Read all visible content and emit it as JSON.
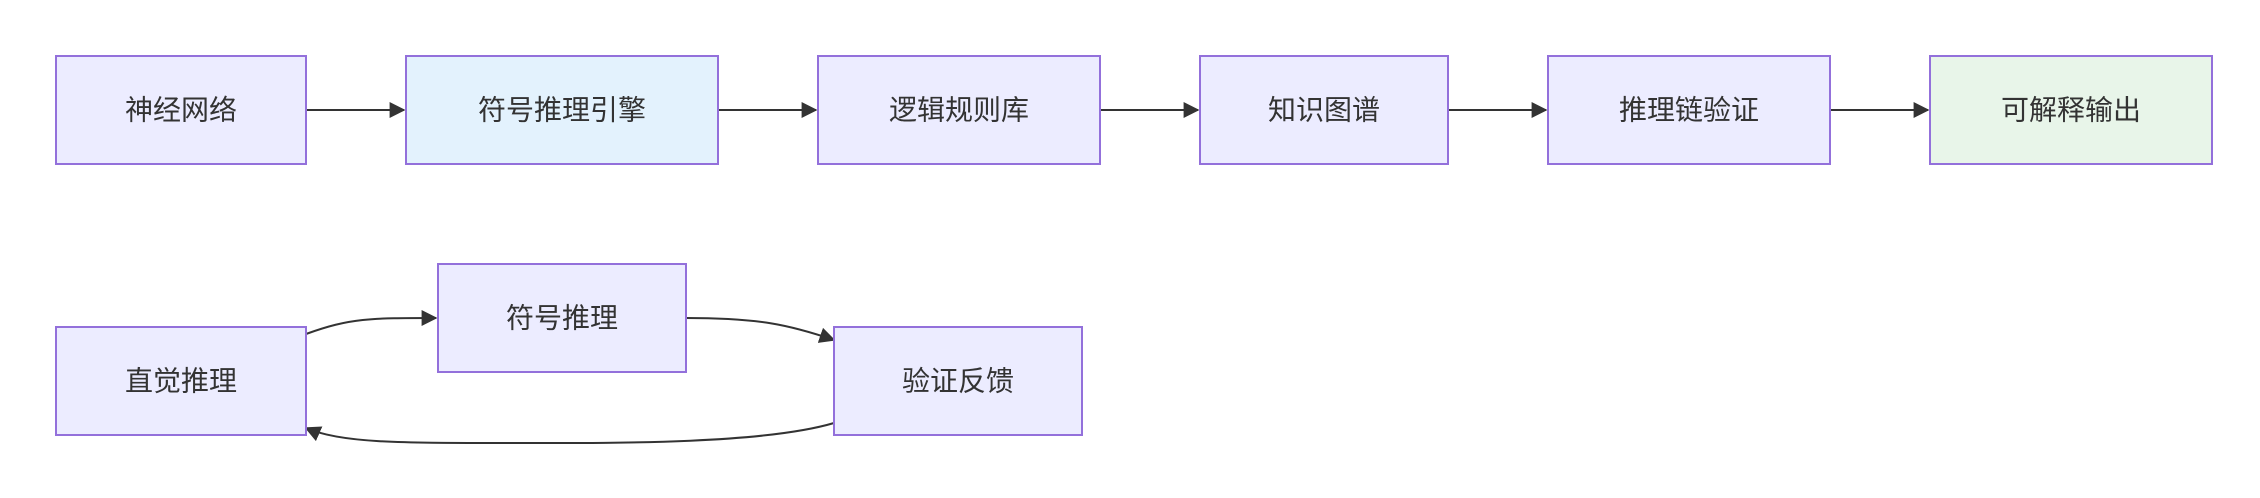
{
  "colors": {
    "node_fill": "#ececff",
    "node_border": "#9370db",
    "highlight_blue": "#e3f2fd",
    "highlight_green": "#e8f5e9",
    "edge": "#333333",
    "text": "#333333"
  },
  "pipeline": {
    "nodes": [
      {
        "id": "A",
        "label": "神经网络",
        "style": "default"
      },
      {
        "id": "B",
        "label": "符号推理引擎",
        "style": "blue"
      },
      {
        "id": "C",
        "label": "逻辑规则库",
        "style": "default"
      },
      {
        "id": "D",
        "label": "知识图谱",
        "style": "default"
      },
      {
        "id": "E",
        "label": "推理链验证",
        "style": "default"
      },
      {
        "id": "F",
        "label": "可解释输出",
        "style": "green"
      }
    ],
    "edges": [
      {
        "from": "A",
        "to": "B"
      },
      {
        "from": "B",
        "to": "C"
      },
      {
        "from": "C",
        "to": "D"
      },
      {
        "from": "D",
        "to": "E"
      },
      {
        "from": "E",
        "to": "F"
      }
    ]
  },
  "cycle": {
    "nodes": [
      {
        "id": "G",
        "label": "直觉推理",
        "style": "default"
      },
      {
        "id": "H",
        "label": "符号推理",
        "style": "default"
      },
      {
        "id": "I",
        "label": "验证反馈",
        "style": "default"
      }
    ],
    "edges": [
      {
        "from": "G",
        "to": "H"
      },
      {
        "from": "H",
        "to": "I"
      },
      {
        "from": "I",
        "to": "G"
      }
    ]
  }
}
